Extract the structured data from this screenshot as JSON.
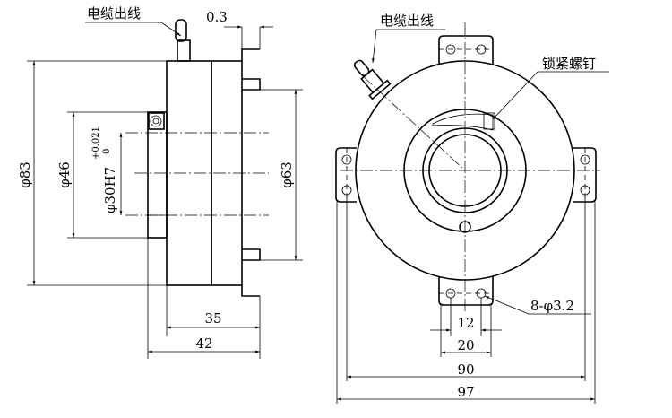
{
  "side_view": {
    "cable_label": "电缆出线",
    "gap": "0.3",
    "dia_outer": "φ83",
    "dia_46": "φ46",
    "dia_bore": "φ30H7",
    "tol_upper": "+0.021",
    "tol_lower": "0",
    "dia_63": "φ63",
    "width_35": "35",
    "width_42": "42"
  },
  "front_view": {
    "cable_label": "电缆出线",
    "screw_label": "锁紧螺钉",
    "holes": "8-φ3.2",
    "dim_12": "12",
    "dim_20": "20",
    "dim_90": "90",
    "dim_97": "97"
  }
}
